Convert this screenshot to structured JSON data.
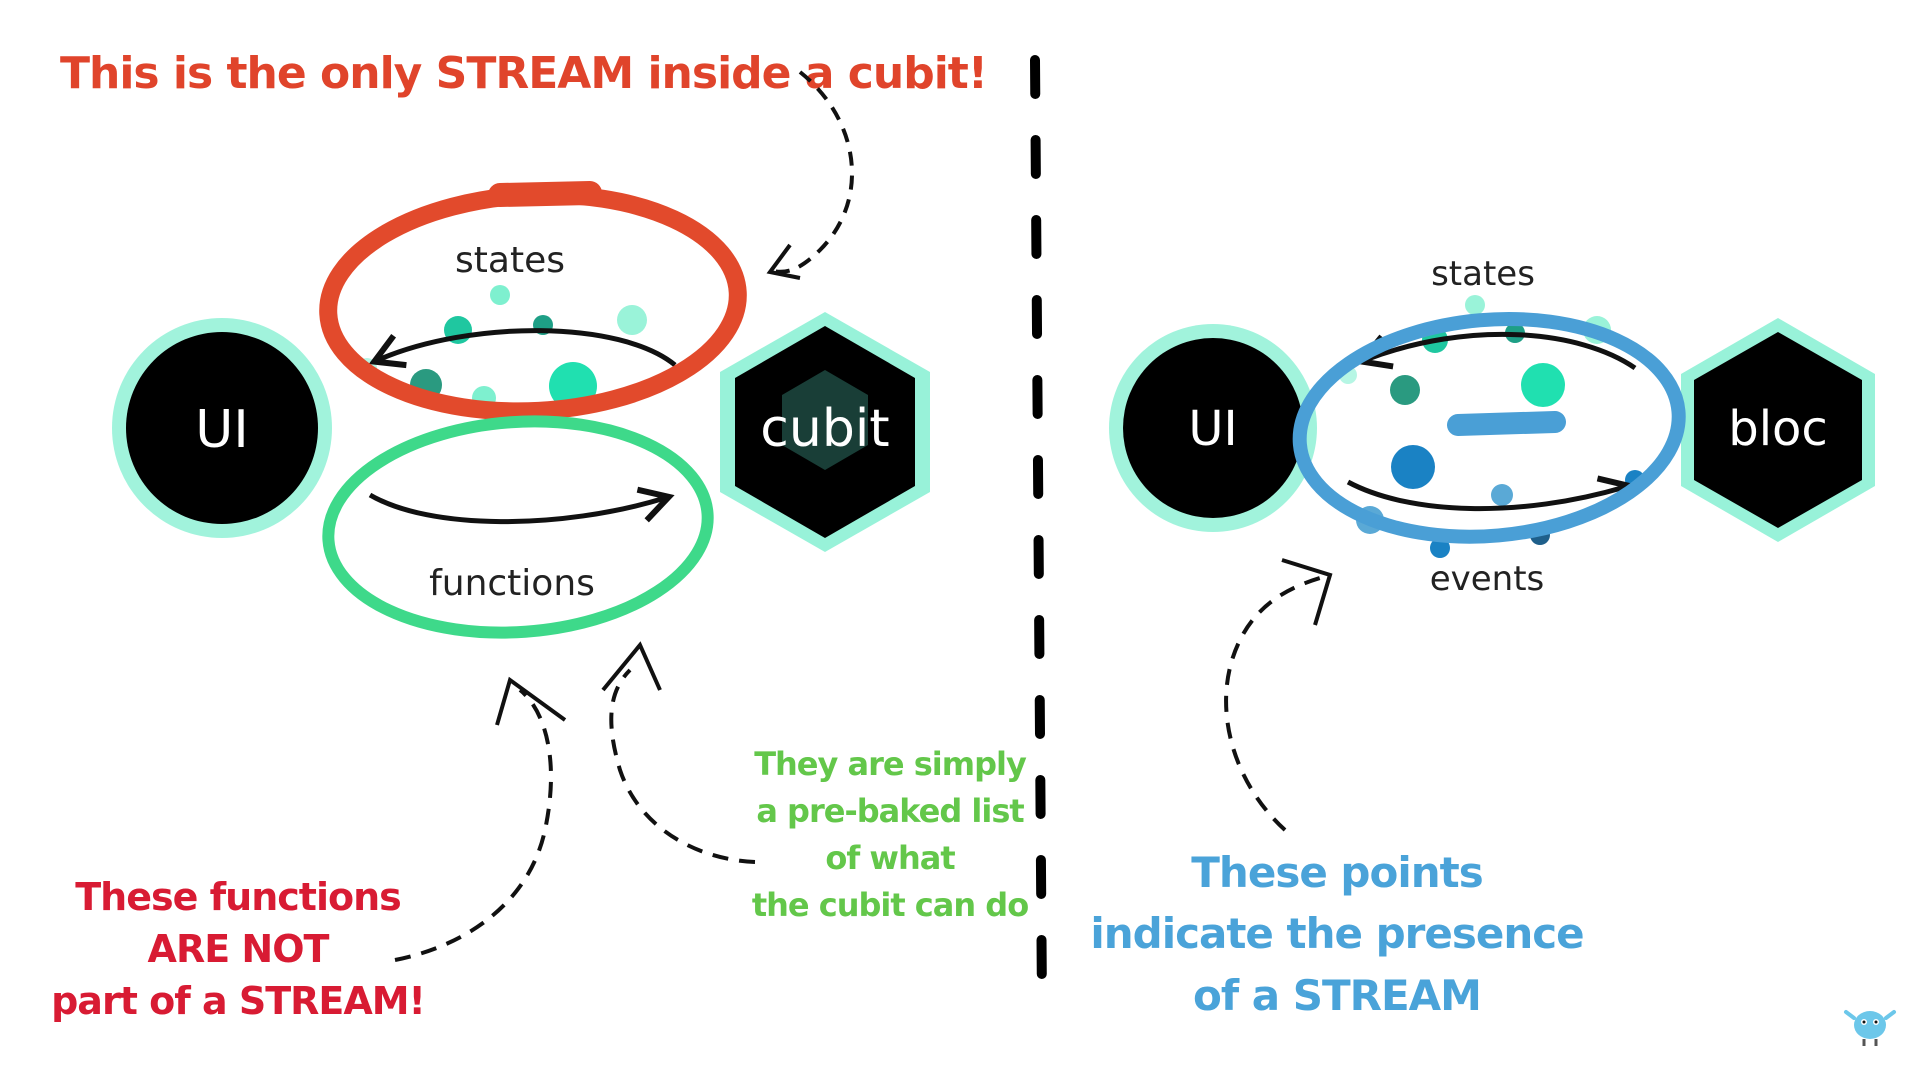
{
  "left": {
    "title": "This is the only STREAM inside a cubit!",
    "ui_label": "UI",
    "cubit_label": "cubit",
    "states_label": "states",
    "functions_label": "functions",
    "note_functions": [
      "These functions",
      "ARE NOT",
      "part of a STREAM!"
    ],
    "note_prebaked": [
      "They are simply",
      "a pre-baked list",
      "of what",
      "the cubit can do"
    ]
  },
  "right": {
    "ui_label": "UI",
    "bloc_label": "bloc",
    "states_label": "states",
    "events_label": "events",
    "note_points": [
      "These points",
      "indicate the presence",
      "of a STREAM"
    ]
  },
  "colors": {
    "title_red": "#e0442b",
    "note_red": "#d81b33",
    "state_ring": "#e24a2c",
    "function_ring": "#3ed98a",
    "event_ring": "#4a9fd6",
    "note_green": "#63c74a",
    "note_blue": "#4aa3d9",
    "node_fill": "#000000",
    "node_halo": "#54e9c0"
  },
  "icons": {
    "mascot": "bloc-mascot-icon"
  }
}
